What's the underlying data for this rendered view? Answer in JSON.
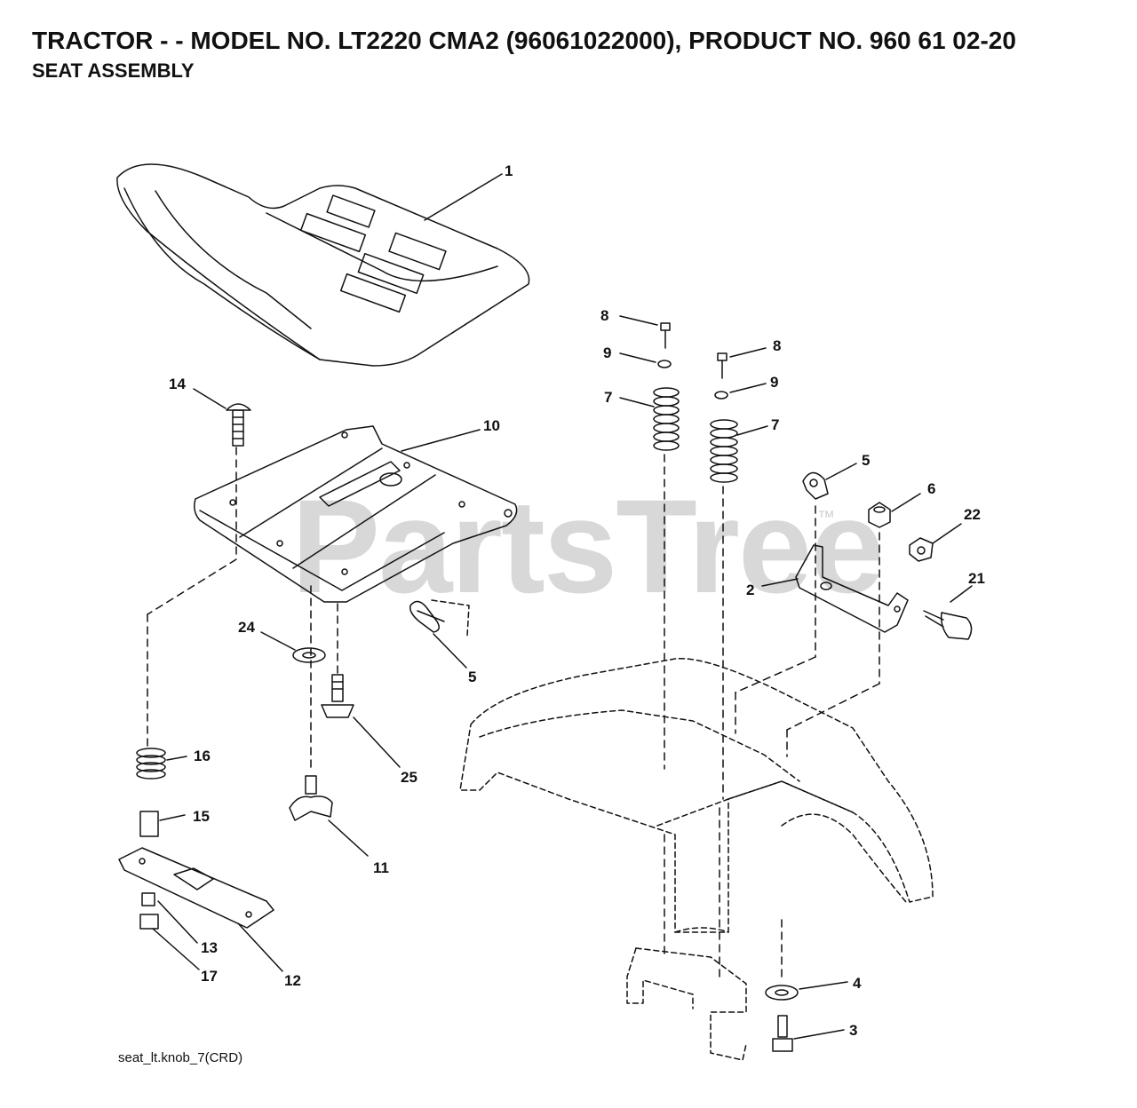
{
  "header": {
    "title": "TRACTOR - - MODEL NO. LT2220 CMA2 (96061022000), PRODUCT NO. 960 61 02-20",
    "subtitle": "SEAT ASSEMBLY"
  },
  "footer": {
    "drawing_code": "seat_lt.knob_7(CRD)"
  },
  "watermark": {
    "text": "PartsTree",
    "trademark": "™"
  },
  "callouts": {
    "c1": "1",
    "c14": "14",
    "c10": "10",
    "c24": "24",
    "c5a": "5",
    "c16": "16",
    "c25": "25",
    "c15": "15",
    "c11": "11",
    "c13": "13",
    "c12": "12",
    "c17": "17",
    "c8a": "8",
    "c9a": "9",
    "c7a": "7",
    "c8b": "8",
    "c9b": "9",
    "c7b": "7",
    "c5b": "5",
    "c6": "6",
    "c22": "22",
    "c2": "2",
    "c21": "21",
    "c4": "4",
    "c3": "3"
  }
}
